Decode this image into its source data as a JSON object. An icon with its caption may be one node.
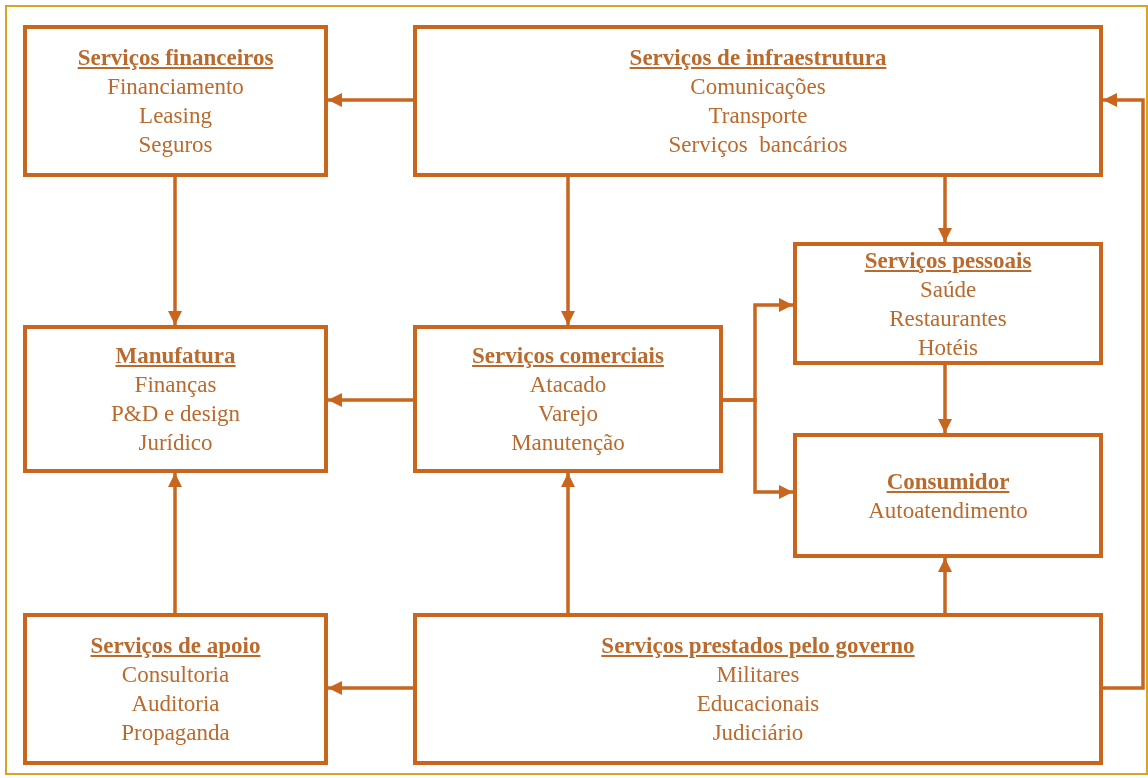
{
  "diagram": {
    "nodes": [
      {
        "text": [
          "Serviços financeiros",
          "Financiamento",
          "Leasing",
          "Seguros"
        ]
      },
      {
        "text": [
          "Serviços de infraestrutura",
          "Comunicações",
          "Transporte",
          "Serviços  bancários"
        ]
      },
      {
        "text": [
          "Serviços pessoais",
          "Saúde",
          "Restaurantes",
          "Hotéis"
        ]
      },
      {
        "text": [
          "Manufatura",
          "Finanças",
          "P&D e design",
          "Jurídico"
        ]
      },
      {
        "text": [
          "Serviços comerciais",
          "Atacado",
          "Varejo",
          "Manutenção"
        ]
      },
      {
        "text": [
          "Consumidor",
          "Autoatendimento"
        ]
      },
      {
        "text": [
          "Serviços de apoio",
          "Consultoria",
          "Auditoria",
          "Propaganda"
        ]
      },
      {
        "text": [
          "Serviços prestados pelo governo",
          "Militares",
          "Educacionais",
          "Judiciário"
        ]
      }
    ],
    "edges": [
      {
        "from": 1,
        "to": 0,
        "arrow": "to"
      },
      {
        "from": 0,
        "to": 3,
        "arrow": "to"
      },
      {
        "from": 1,
        "to": 4,
        "arrow": "to"
      },
      {
        "from": 1,
        "to": 2,
        "arrow": "to"
      },
      {
        "from": 4,
        "to": 3,
        "arrow": "to"
      },
      {
        "from": 4,
        "to": 2,
        "arrow": "to"
      },
      {
        "from": 4,
        "to": 5,
        "arrow": "to"
      },
      {
        "from": 2,
        "to": 5,
        "arrow": "to"
      },
      {
        "from": 6,
        "to": 3,
        "arrow": "to"
      },
      {
        "from": 7,
        "to": 4,
        "arrow": "to"
      },
      {
        "from": 7,
        "to": 5,
        "arrow": "to"
      },
      {
        "from": 7,
        "to": 6,
        "arrow": "to"
      },
      {
        "from": 7,
        "to": 1,
        "arrow": "to"
      }
    ]
  }
}
